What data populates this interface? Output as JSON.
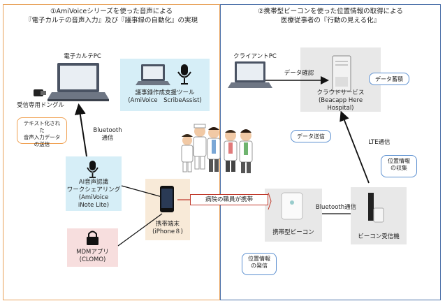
{
  "colors": {
    "left_border": "#e8a25a",
    "right_border": "#4a6fa8",
    "light_blue": "#d6eef7",
    "light_gray": "#e8e8e8",
    "light_pink": "#f7dede",
    "callout_orange": "#f0a050",
    "callout_blue": "#5b8fd0",
    "red_connector": "#c0392b"
  },
  "left": {
    "title_line1": "①AmiVoiceシリーズを使った音声による",
    "title_line2": "『電子カルテの音声入力』及び『議事録の自動化』の実現",
    "pc_label": "電子カルテPC",
    "dongle_label": "受信専用ドングル",
    "minutes_tool_line1": "議事録作成支援ツール",
    "minutes_tool_line2": "(AmiVoice　ScribeAssist)",
    "callout_line1": "テキスト化された",
    "callout_line2": "音声入力データ",
    "callout_line3": "の送信",
    "bluetooth_line1": "Bluetooth",
    "bluetooth_line2": "通信",
    "ai_line1": "AI音声認識",
    "ai_line2": "ワークシェアリング",
    "ai_line3": "(AmiVoice",
    "ai_line4": "iNote Lite)",
    "mdm_line1": "MDMアプリ",
    "mdm_line2": "(CLOMO)"
  },
  "phone": {
    "label_line1": "携帯端末",
    "label_line2": "(iPhone８)"
  },
  "staff_callout": "病院の職員が携帯",
  "right": {
    "title_line1": "②携帯型ビーコンを使った位置情報の取得による",
    "title_line2": "医療従事者の『行動の見える化』",
    "client_label": "クライアントPC",
    "data_check": "データ確認",
    "cloud_line1": "クラウドサービス",
    "cloud_line2": "(Beacapp Here",
    "cloud_line3": "Hospital)",
    "data_store": "データ蓄積",
    "data_send": "データ送信",
    "lte": "LTE通信",
    "collect_line1": "位置情報",
    "collect_line2": "の収集",
    "bluetooth": "Bluetooth通信",
    "beacon_label": "携帯型ビーコン",
    "receiver_label": "ビーコン受信機",
    "emit_line1": "位置情報",
    "emit_line2": "の発信"
  }
}
